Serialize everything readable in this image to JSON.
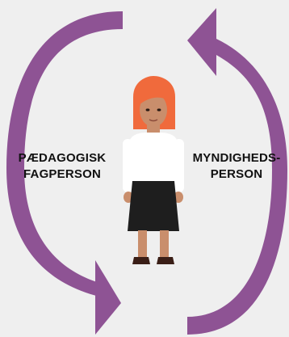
{
  "colors": {
    "background": "#efefef",
    "arrow": "#8e5394",
    "hair": "#f06a3c",
    "skin": "#c98e6c",
    "blouse": "#ffffff",
    "skirt": "#1e1e1e",
    "shoes": "#3a1e16"
  },
  "left_role": {
    "line1": "PÆDAGOGISK",
    "line2": "FAGPERSON"
  },
  "right_role": {
    "line1": "MYNDIGHEDS-",
    "line2": "PERSON"
  },
  "icons": {
    "center_figure": "woman-figure-icon",
    "left_arrow": "curved-arrow-down-icon",
    "right_arrow": "curved-arrow-up-icon"
  }
}
